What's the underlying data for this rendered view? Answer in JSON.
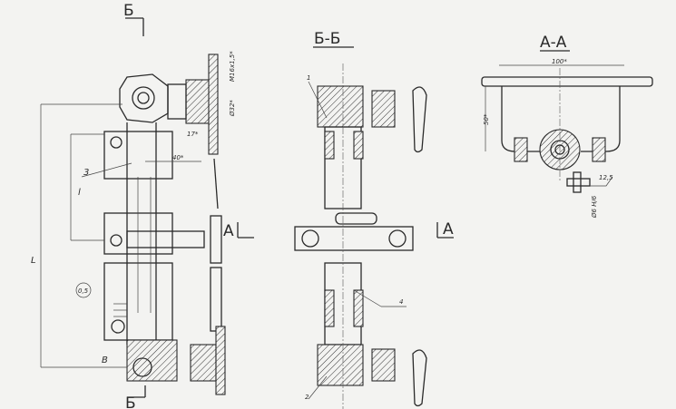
{
  "views": {
    "left": {
      "section_mark": "Б",
      "section_mark_bottom": "Б",
      "arrow_a": "А",
      "label_v": "В"
    },
    "middle": {
      "title": "Б-Б",
      "arrow_a": "А"
    },
    "right": {
      "title": "А-А"
    }
  },
  "dimensions": {
    "L": "L",
    "l": "l",
    "thread": "M16x1,5*",
    "dia32": "Ø32*",
    "d17": "17*",
    "d40": "40*",
    "d100": "100*",
    "d50": "50*",
    "rough": "12,5",
    "dia6": "Ø6 H/6",
    "rough_circle": "0,5"
  },
  "callouts": {
    "p1": "1",
    "p2": "2",
    "p3": "3",
    "p4": "4"
  }
}
